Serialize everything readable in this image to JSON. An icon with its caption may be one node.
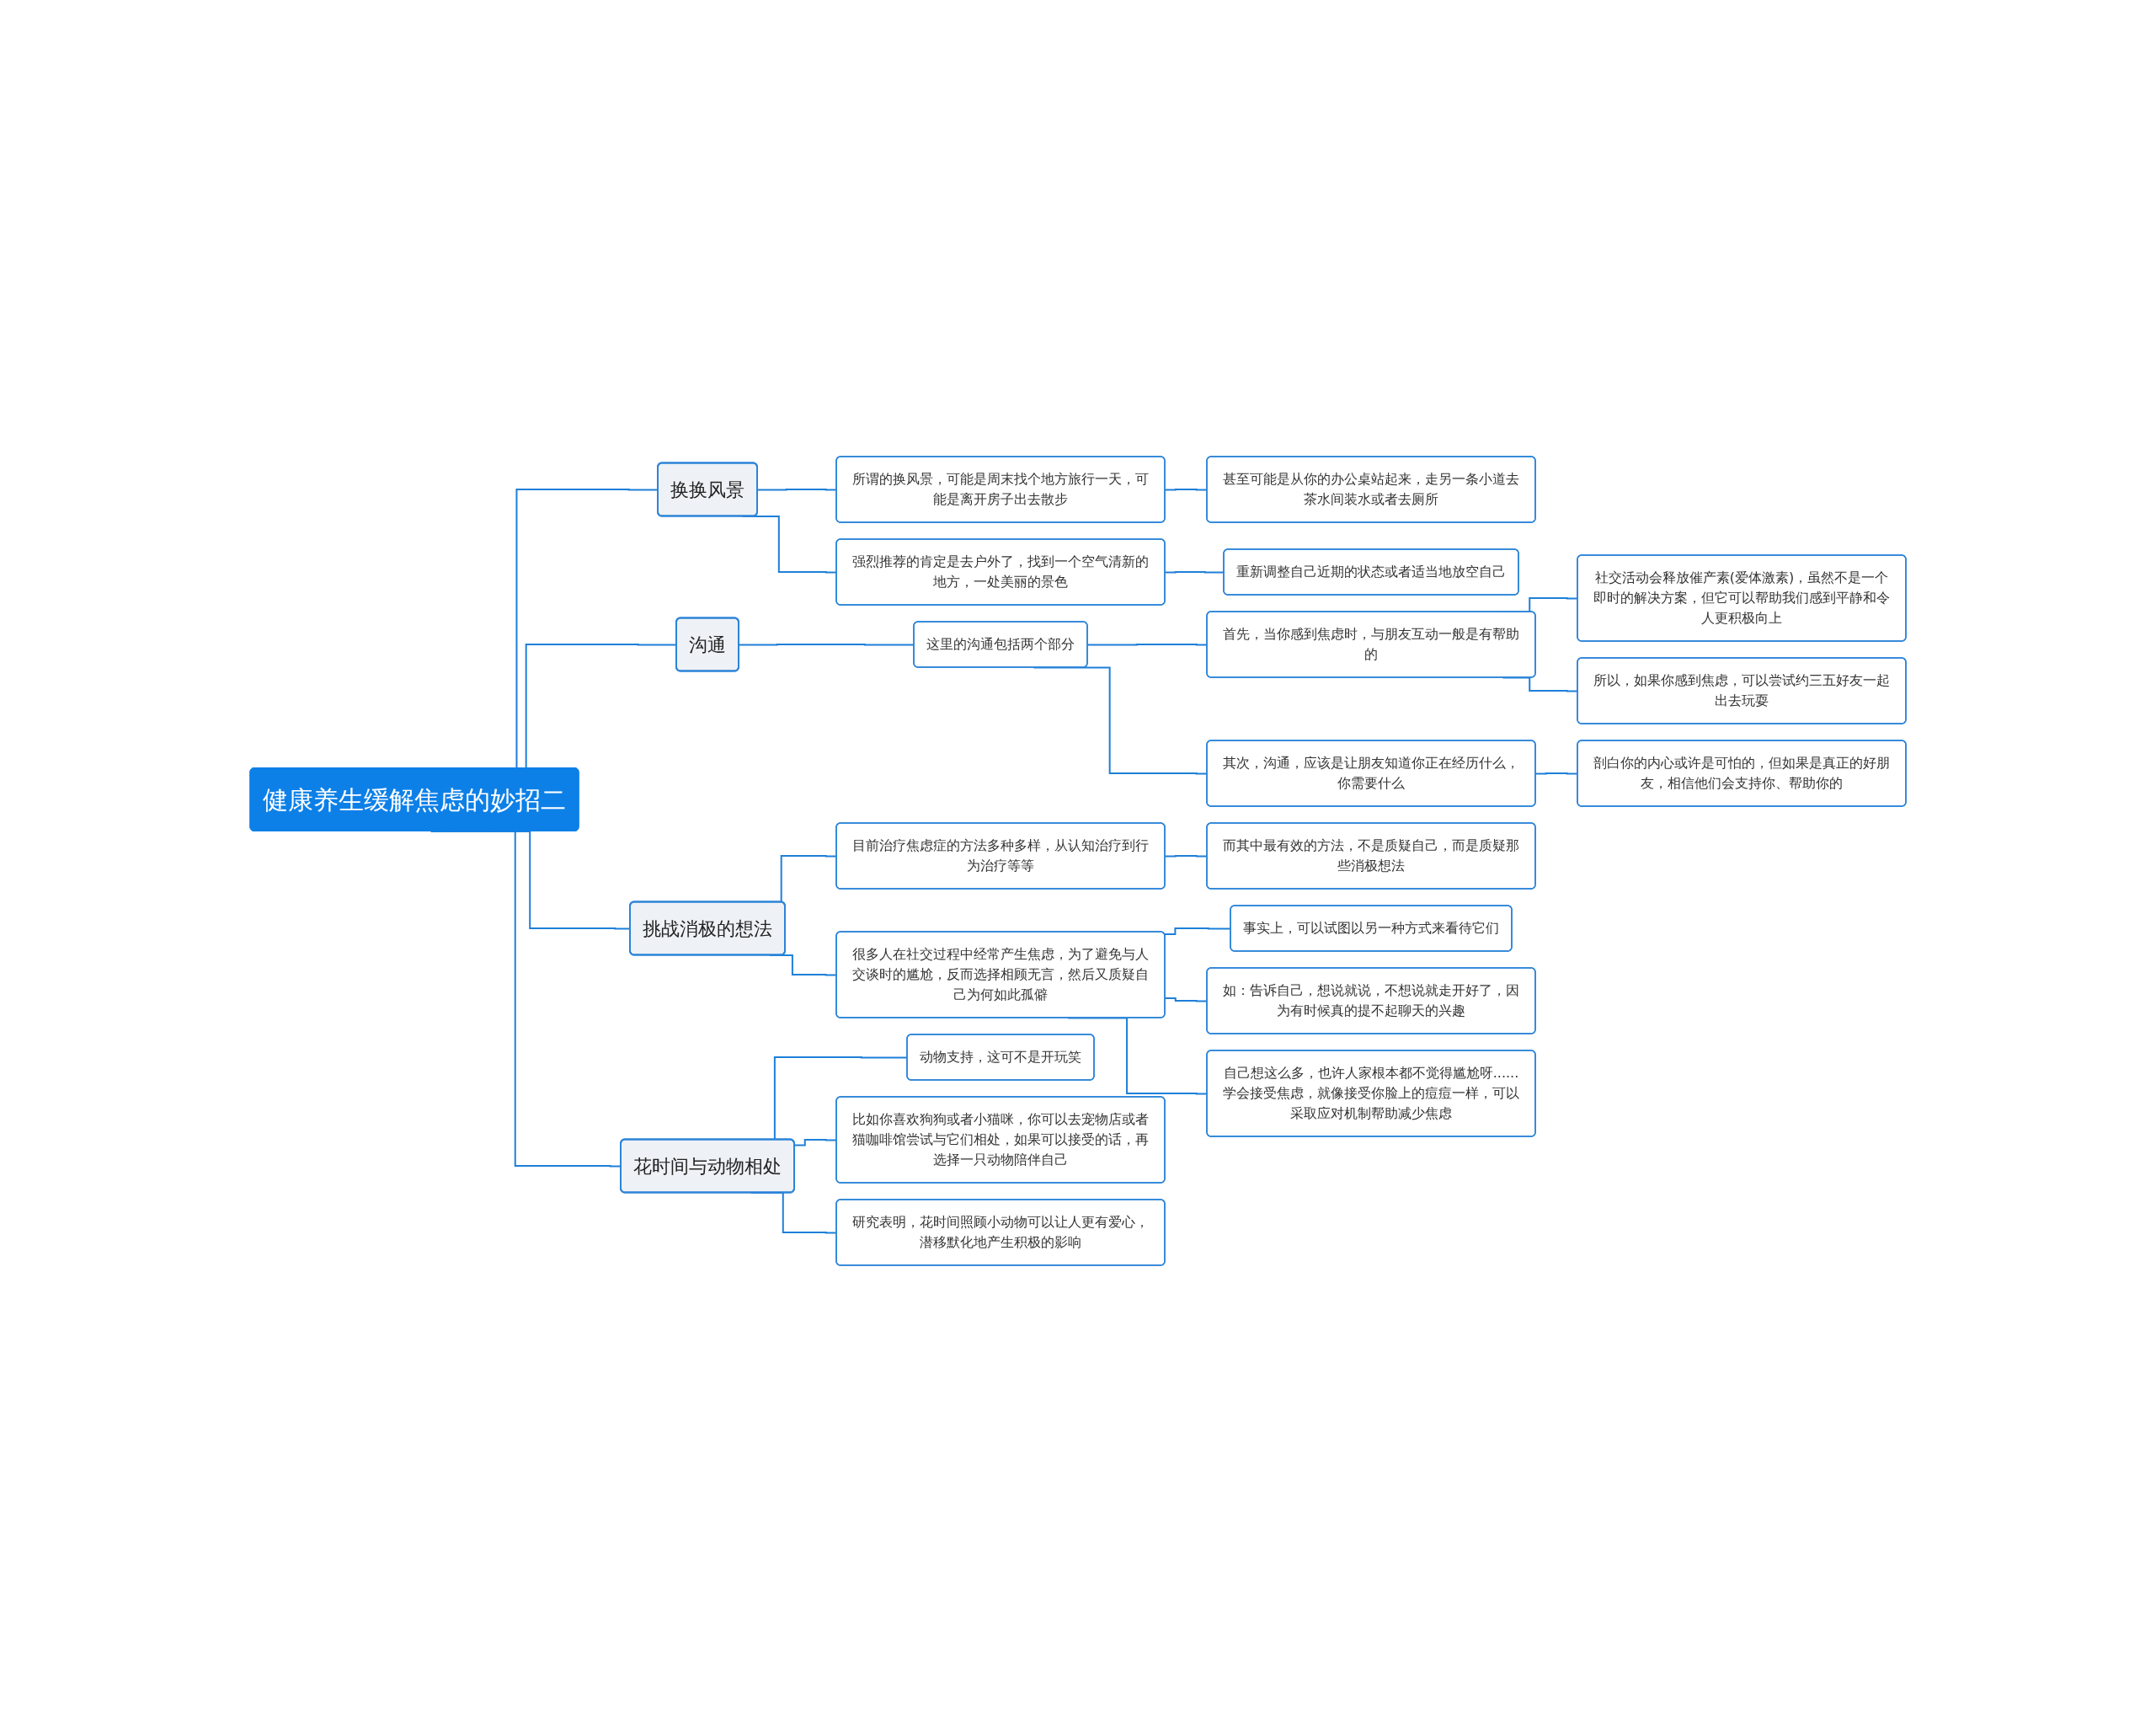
{
  "diagram": {
    "nodes": [
      {
        "text": [
          "健康养生缓解焦虑的妙招二"
        ]
      },
      {
        "text": [
          "换换风景"
        ]
      },
      {
        "text": [
          "所谓的换风景，可能是周末找个地方旅行一天，可能是离开房子出去散步"
        ]
      },
      {
        "text": [
          "甚至可能是从你的办公桌站起来，走另一条小道去茶水间装水或者去厕所"
        ]
      },
      {
        "text": [
          "强烈推荐的肯定是去户外了，找到一个空气清新的地方，一处美丽的景色"
        ]
      },
      {
        "text": [
          "重新调整自己近期的状态或者适当地放空自己"
        ]
      },
      {
        "text": [
          "沟通"
        ]
      },
      {
        "text": [
          "这里的沟通包括两个部分"
        ]
      },
      {
        "text": [
          "首先，当你感到焦虑时，与朋友互动一般是有帮助的"
        ]
      },
      {
        "text": [
          "社交活动会释放催产素(爱体激素)，虽然不是一个即时的解决方案，但它可以帮助我们感到平静和令人更积极向上"
        ]
      },
      {
        "text": [
          "所以，如果你感到焦虑，可以尝试约三五好友一起出去玩耍"
        ]
      },
      {
        "text": [
          "其次，沟通，应该是让朋友知道你正在经历什么，你需要什么"
        ]
      },
      {
        "text": [
          "剖白你的内心或许是可怕的，但如果是真正的好朋友，相信他们会支持你、帮助你的"
        ]
      },
      {
        "text": [
          "挑战消极的想法"
        ]
      },
      {
        "text": [
          "目前治疗焦虑症的方法多种多样，从认知治疗到行为治疗等等"
        ]
      },
      {
        "text": [
          "而其中最有效的方法，不是质疑自己，而是质疑那些消极想法"
        ]
      },
      {
        "text": [
          "很多人在社交过程中经常产生焦虑，为了避免与人交谈时的尴尬，反而选择相顾无言，然后又质疑自己为何如此孤僻"
        ]
      },
      {
        "text": [
          "事实上，可以试图以另一种方式来看待它们"
        ]
      },
      {
        "text": [
          "如：告诉自己，想说就说，不想说就走开好了，因为有时候真的提不起聊天的兴趣"
        ]
      },
      {
        "text": [
          "自己想这么多，也许人家根本都不觉得尴尬呀......学会接受焦虑，就像接受你脸上的痘痘一样，可以采取应对机制帮助减少焦虑"
        ]
      },
      {
        "text": [
          "花时间与动物相处"
        ]
      },
      {
        "text": [
          "动物支持，这可不是开玩笑"
        ]
      },
      {
        "text": [
          "比如你喜欢狗狗或者小猫咪，你可以去宠物店或者猫咖啡馆尝试与它们相处，如果可以接受的话，再选择一只动物陪伴自己"
        ]
      },
      {
        "text": [
          "研究表明，花时间照顾小动物可以让人更有爱心，潜移默化地产生积极的影响"
        ]
      }
    ],
    "edges": [
      {
        "from": 0,
        "to": 1,
        "arrow": "none"
      },
      {
        "from": 1,
        "to": 2,
        "arrow": "none"
      },
      {
        "from": 2,
        "to": 3,
        "arrow": "none"
      },
      {
        "from": 1,
        "to": 4,
        "arrow": "none"
      },
      {
        "from": 4,
        "to": 5,
        "arrow": "none"
      },
      {
        "from": 0,
        "to": 6,
        "arrow": "none"
      },
      {
        "from": 6,
        "to": 7,
        "arrow": "none"
      },
      {
        "from": 7,
        "to": 8,
        "arrow": "none"
      },
      {
        "from": 8,
        "to": 9,
        "arrow": "none"
      },
      {
        "from": 8,
        "to": 10,
        "arrow": "none"
      },
      {
        "from": 7,
        "to": 11,
        "arrow": "none"
      },
      {
        "from": 11,
        "to": 12,
        "arrow": "none"
      },
      {
        "from": 0,
        "to": 13,
        "arrow": "none"
      },
      {
        "from": 13,
        "to": 14,
        "arrow": "none"
      },
      {
        "from": 14,
        "to": 15,
        "arrow": "none"
      },
      {
        "from": 13,
        "to": 16,
        "arrow": "none"
      },
      {
        "from": 16,
        "to": 17,
        "arrow": "none"
      },
      {
        "from": 16,
        "to": 18,
        "arrow": "none"
      },
      {
        "from": 16,
        "to": 19,
        "arrow": "none"
      },
      {
        "from": 0,
        "to": 20,
        "arrow": "none"
      },
      {
        "from": 20,
        "to": 21,
        "arrow": "none"
      },
      {
        "from": 20,
        "to": 22,
        "arrow": "none"
      },
      {
        "from": 20,
        "to": 23,
        "arrow": "none"
      }
    ]
  }
}
